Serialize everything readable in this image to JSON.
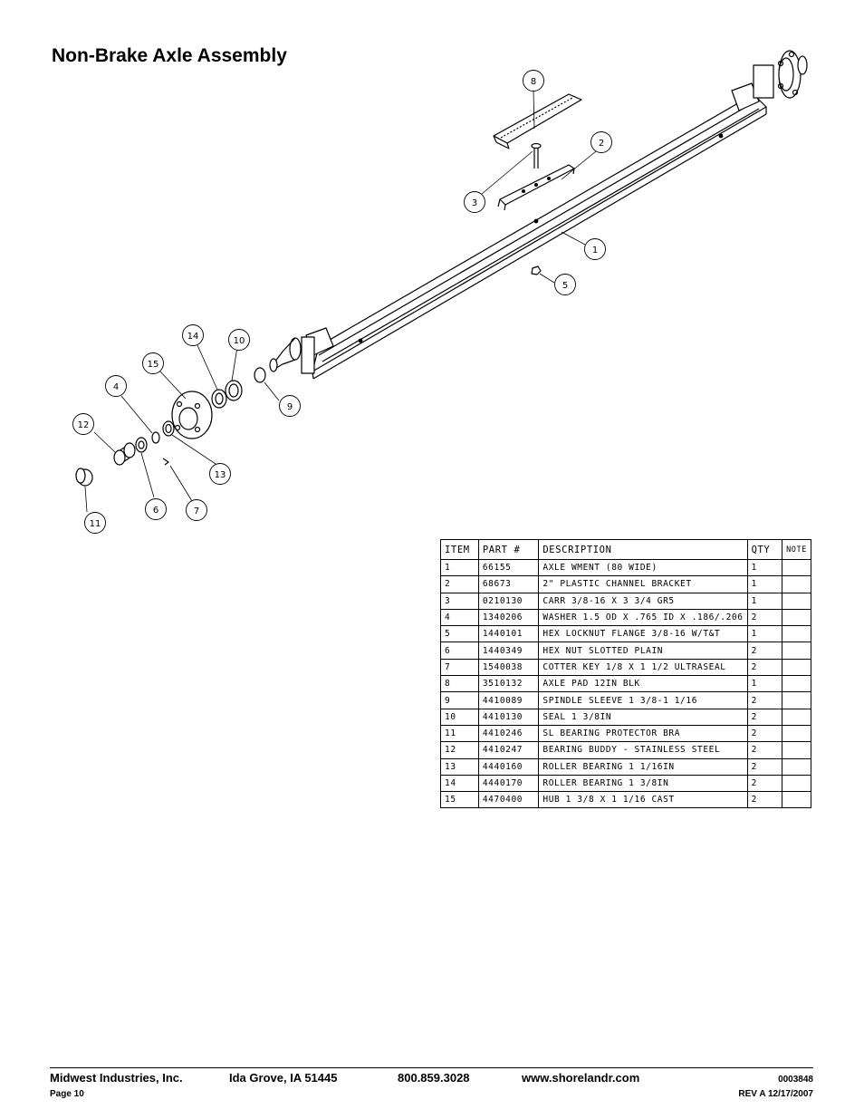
{
  "title": "Non-Brake Axle Assembly",
  "callouts": [
    "1",
    "2",
    "3",
    "4",
    "5",
    "6",
    "7",
    "8",
    "9",
    "10",
    "11",
    "12",
    "13",
    "14",
    "15"
  ],
  "parts_table": {
    "headers": {
      "item": "ITEM",
      "part": "PART #",
      "description": "DESCRIPTION",
      "qty": "QTY",
      "note": "NOTE"
    },
    "rows": [
      {
        "item": "1",
        "part": "66155",
        "description": "AXLE WMENT (80 WIDE)",
        "qty": "1",
        "note": ""
      },
      {
        "item": "2",
        "part": "68673",
        "description": "2\" PLASTIC CHANNEL BRACKET",
        "qty": "1",
        "note": ""
      },
      {
        "item": "3",
        "part": "0210130",
        "description": "CARR 3/8-16 X 3 3/4 GR5",
        "qty": "1",
        "note": ""
      },
      {
        "item": "4",
        "part": "1340206",
        "description": "WASHER 1.5 OD X .765 ID X .186/.206",
        "qty": "2",
        "note": ""
      },
      {
        "item": "5",
        "part": "1440101",
        "description": "HEX LOCKNUT FLANGE 3/8-16 W/T&T",
        "qty": "1",
        "note": ""
      },
      {
        "item": "6",
        "part": "1440349",
        "description": "HEX NUT SLOTTED PLAIN",
        "qty": "2",
        "note": ""
      },
      {
        "item": "7",
        "part": "1540038",
        "description": "COTTER KEY 1/8 X 1 1/2 ULTRASEAL",
        "qty": "2",
        "note": ""
      },
      {
        "item": "8",
        "part": "3510132",
        "description": "AXLE PAD 12IN  BLK",
        "qty": "1",
        "note": ""
      },
      {
        "item": "9",
        "part": "4410089",
        "description": "SPINDLE SLEEVE  1 3/8-1 1/16",
        "qty": "2",
        "note": ""
      },
      {
        "item": "10",
        "part": "4410130",
        "description": "SEAL  1 3/8IN",
        "qty": "2",
        "note": ""
      },
      {
        "item": "11",
        "part": "4410246",
        "description": "SL BEARING PROTECTOR BRA",
        "qty": "2",
        "note": ""
      },
      {
        "item": "12",
        "part": "4410247",
        "description": "BEARING BUDDY - STAINLESS STEEL",
        "qty": "2",
        "note": ""
      },
      {
        "item": "13",
        "part": "4440160",
        "description": "ROLLER BEARING   1 1/16IN",
        "qty": "2",
        "note": ""
      },
      {
        "item": "14",
        "part": "4440170",
        "description": "ROLLER BEARING   1 3/8IN",
        "qty": "2",
        "note": ""
      },
      {
        "item": "15",
        "part": "4470400",
        "description": "HUB   1 3/8 X 1 1/16 CAST",
        "qty": "2",
        "note": ""
      }
    ]
  },
  "footer": {
    "company": "Midwest Industries, Inc.",
    "location": "Ida Grove, IA  51445",
    "phone": "800.859.3028",
    "website": "www.shorelandr.com",
    "doc_number": "0003848",
    "page": "Page 10",
    "revision": "REV A  12/17/2007"
  }
}
